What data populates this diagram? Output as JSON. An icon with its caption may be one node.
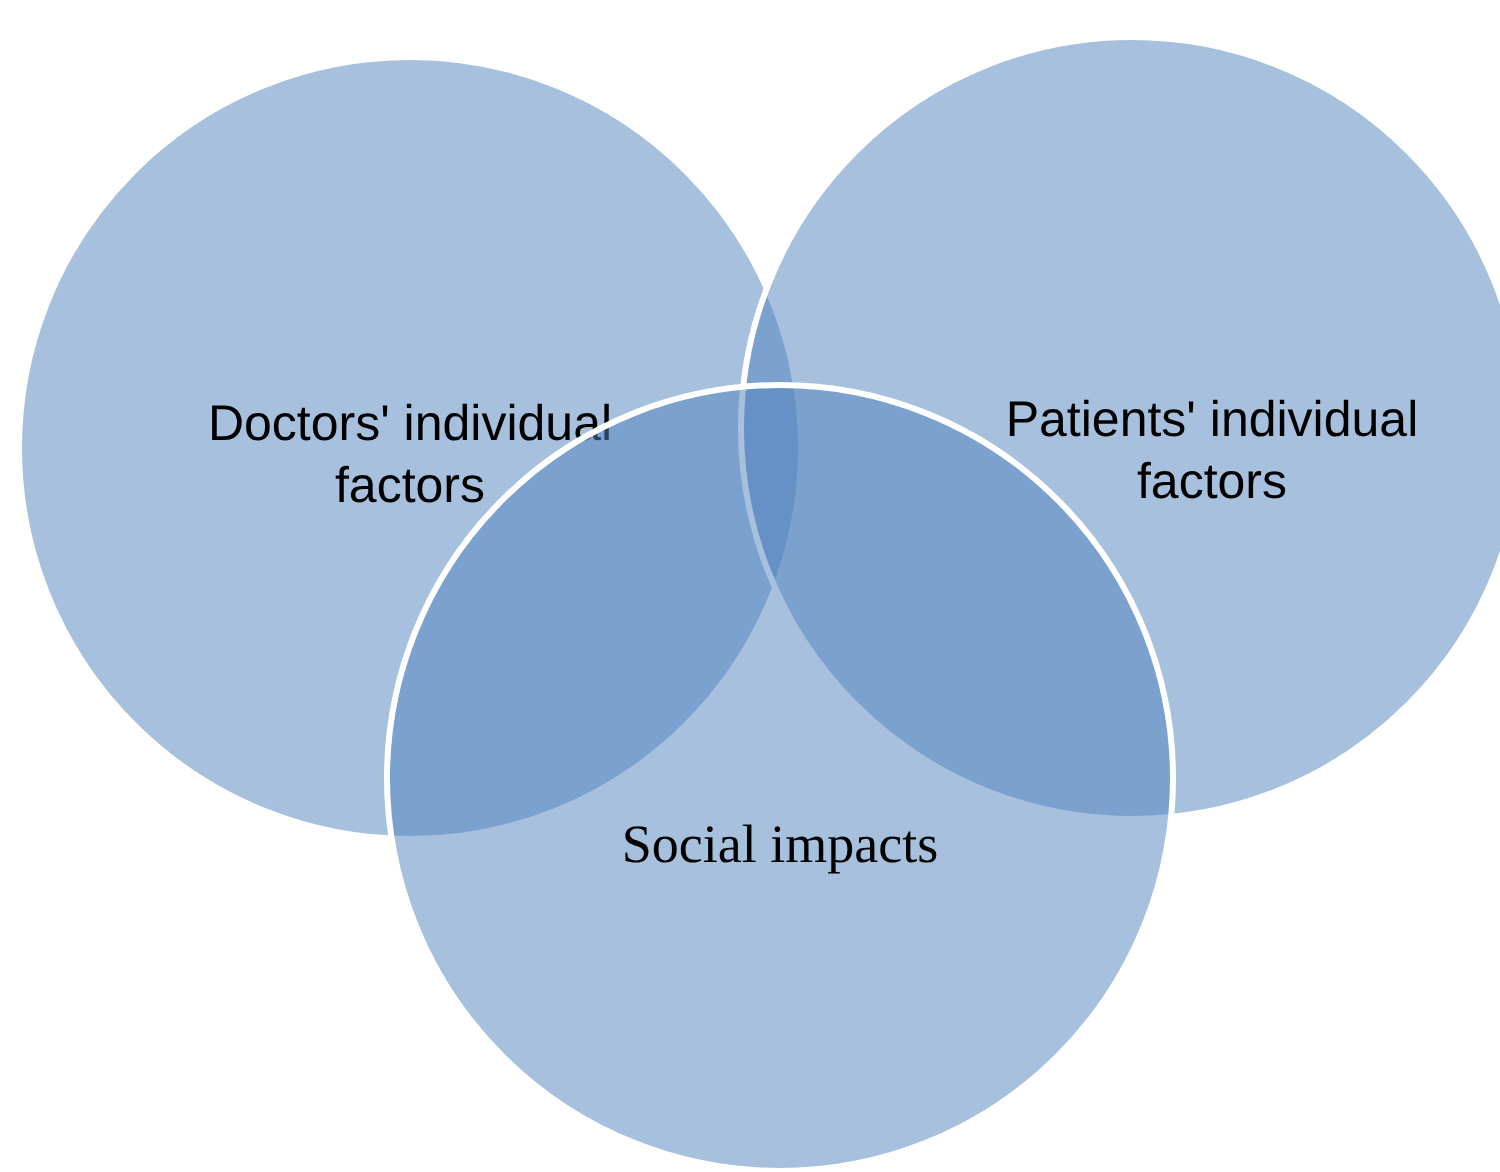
{
  "diagram": {
    "nodes": [
      {
        "text": [
          "Doctors' individual factors"
        ]
      },
      {
        "text": [
          "Patients' individual factors"
        ]
      },
      {
        "text": [
          "Social impacts"
        ]
      }
    ]
  }
}
